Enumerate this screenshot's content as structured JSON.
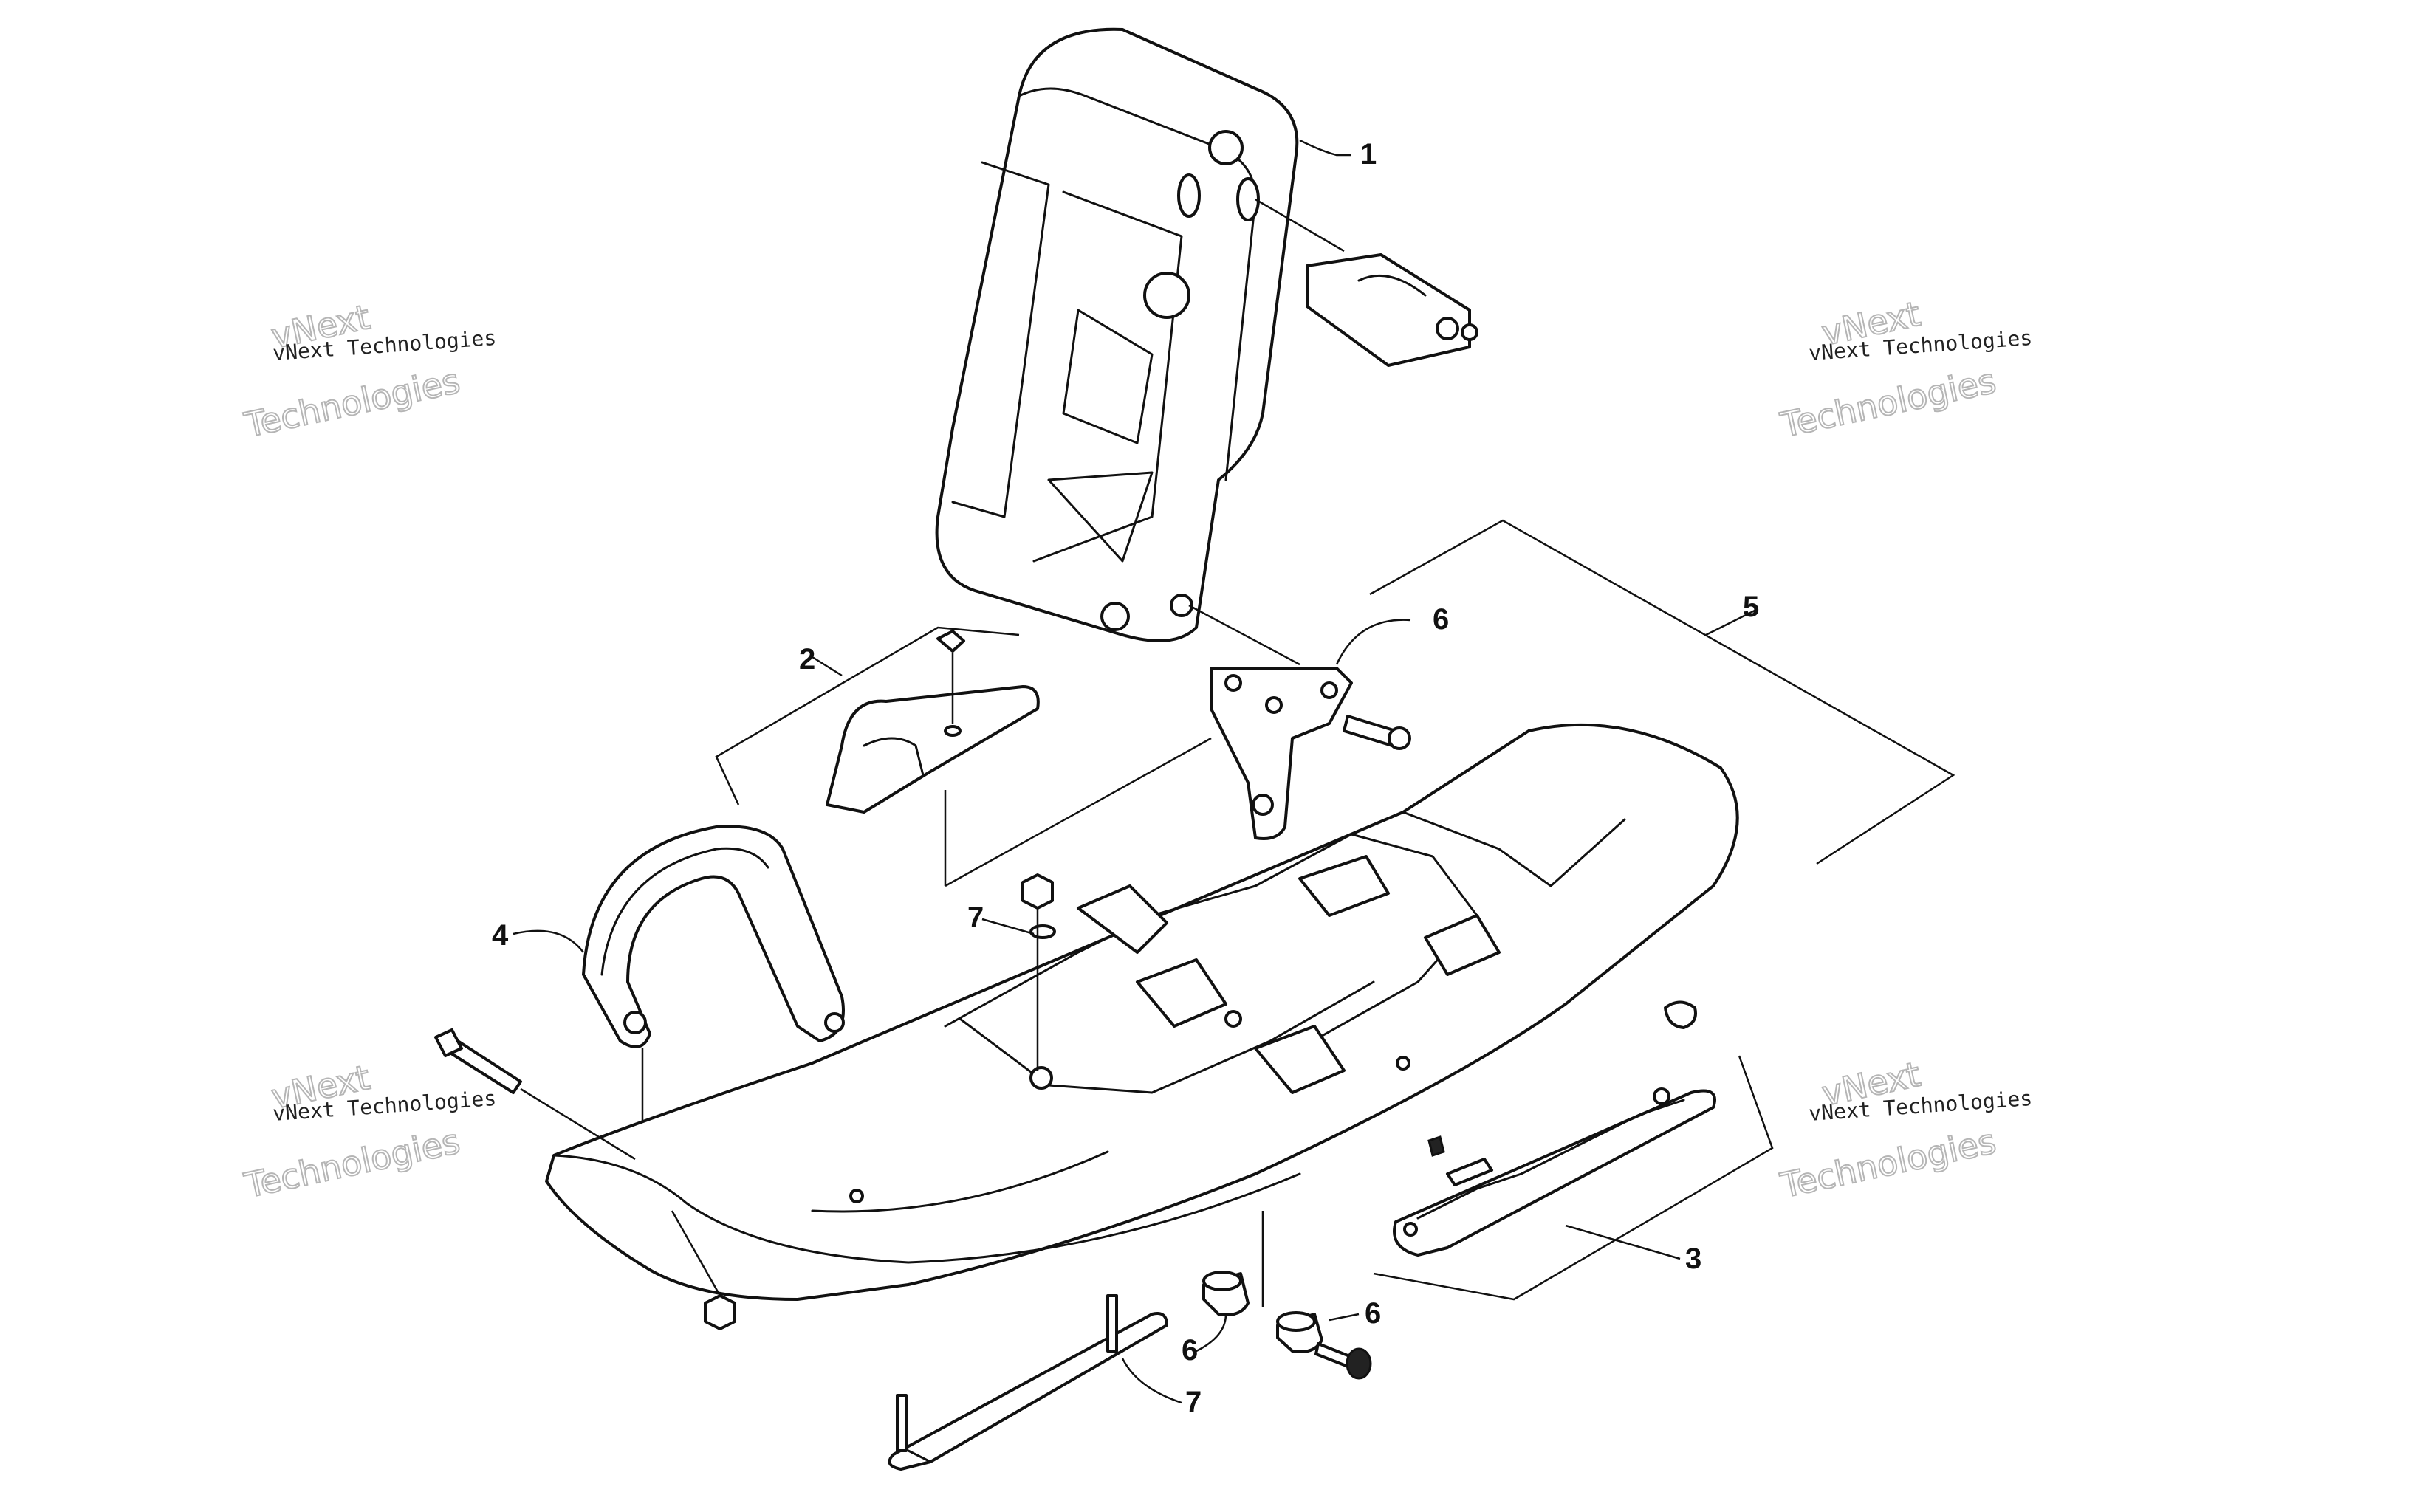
{
  "diagram": {
    "callouts": {
      "c1": "1",
      "c2": "2",
      "c3": "3",
      "c4": "4",
      "c5": "5",
      "c6a": "6",
      "c6b": "6",
      "c6c": "6",
      "c7a": "7",
      "c7b": "7"
    },
    "watermark": {
      "small": "vNext Technologies",
      "big_line1": "vNext",
      "big_line2": "Technologies"
    }
  }
}
